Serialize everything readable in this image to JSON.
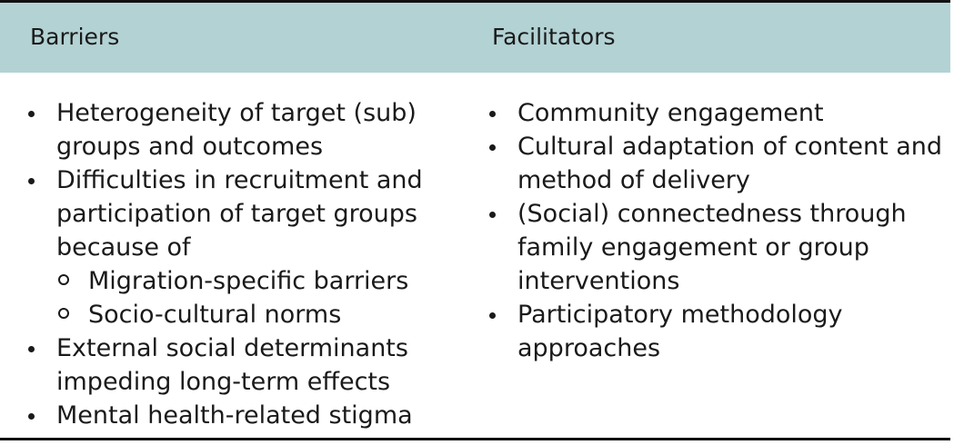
{
  "table": {
    "headers": {
      "barriers": "Barriers",
      "facilitators": "Facilitators"
    },
    "barriers": [
      {
        "text": "Heterogeneity of target (sub) groups and outcomes",
        "lines": [
          "Heterogeneity of target (sub)",
          "groups and outcomes"
        ]
      },
      {
        "text": "Difficulties in recruitment and participation of target groups because of",
        "lines": [
          "Difficulties in recruitment and",
          "participation of target groups",
          "because of"
        ],
        "subitems": [
          "Migration-specific barriers",
          "Socio-cultural norms"
        ]
      },
      {
        "text": "External social determinants impeding long-term effects",
        "lines": [
          "External social determinants",
          "impeding long-term effects"
        ]
      },
      {
        "text": "Mental health-related stigma",
        "lines": [
          "Mental health-related stigma"
        ]
      }
    ],
    "facilitators": [
      {
        "lines": [
          "Community engagement"
        ]
      },
      {
        "lines": [
          "Cultural adaptation of content and",
          "method of delivery"
        ]
      },
      {
        "lines": [
          "(Social) connectedness through",
          "family engagement or group",
          "interventions"
        ]
      },
      {
        "lines": [
          "Participatory methodology",
          "approaches"
        ]
      }
    ]
  }
}
